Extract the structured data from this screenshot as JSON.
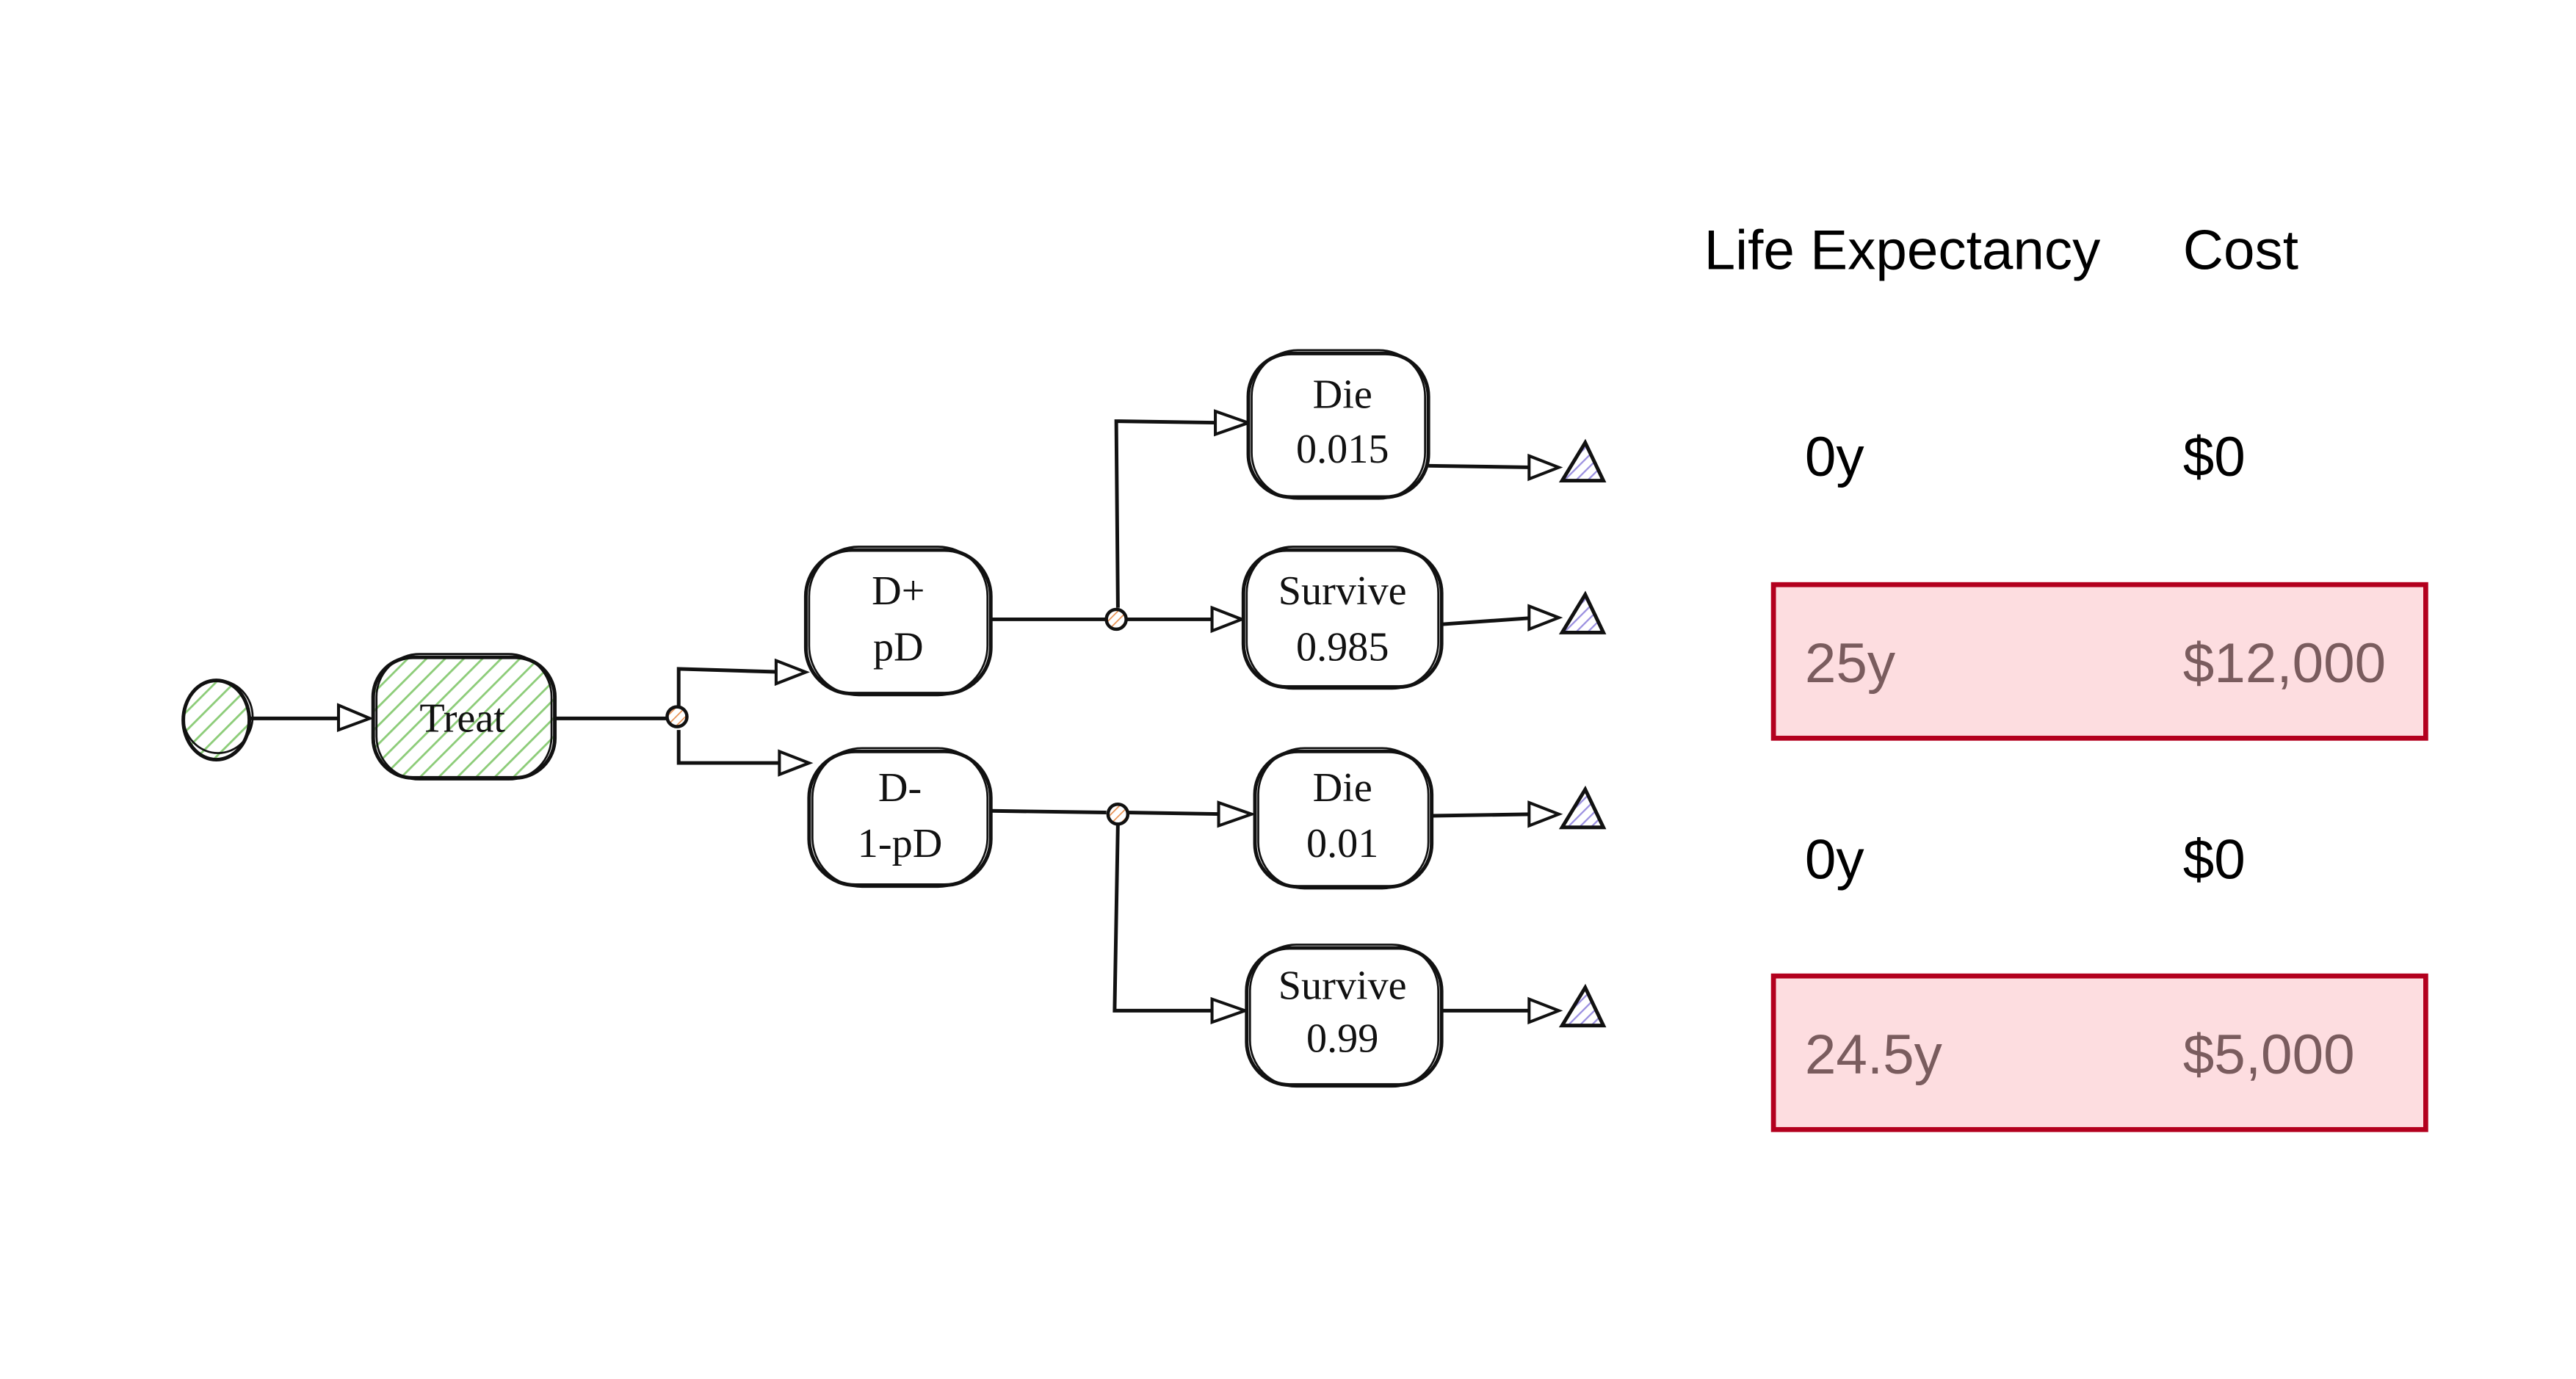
{
  "diagram": {
    "start_node": {
      "label": ""
    },
    "decision": {
      "label": "Treat"
    },
    "branches": [
      {
        "label": "D+",
        "prob": "pD",
        "outcomes": [
          {
            "label": "Die",
            "prob": "0.015"
          },
          {
            "label": "Survive",
            "prob": "0.985"
          }
        ]
      },
      {
        "label": "D-",
        "prob": "1-pD",
        "outcomes": [
          {
            "label": "Die",
            "prob": "0.01"
          },
          {
            "label": "Survive",
            "prob": "0.99"
          }
        ]
      }
    ],
    "colors": {
      "decision_fill": "#a8d99a",
      "terminal_fill": "#b9b0e8",
      "chance_fill": "#f0b080"
    }
  },
  "table": {
    "headers": {
      "life": "Life Expectancy",
      "cost": "Cost"
    },
    "rows": [
      {
        "life": "0y",
        "cost": "$0",
        "highlighted": false
      },
      {
        "life": "25y",
        "cost": "$12,000",
        "highlighted": true
      },
      {
        "life": "0y",
        "cost": "$0",
        "highlighted": false
      },
      {
        "life": "24.5y",
        "cost": "$5,000",
        "highlighted": true
      }
    ],
    "colors": {
      "highlight_fill": "#fddde0",
      "highlight_border": "#b3001e",
      "highlight_text": "#7a5c5e"
    }
  }
}
